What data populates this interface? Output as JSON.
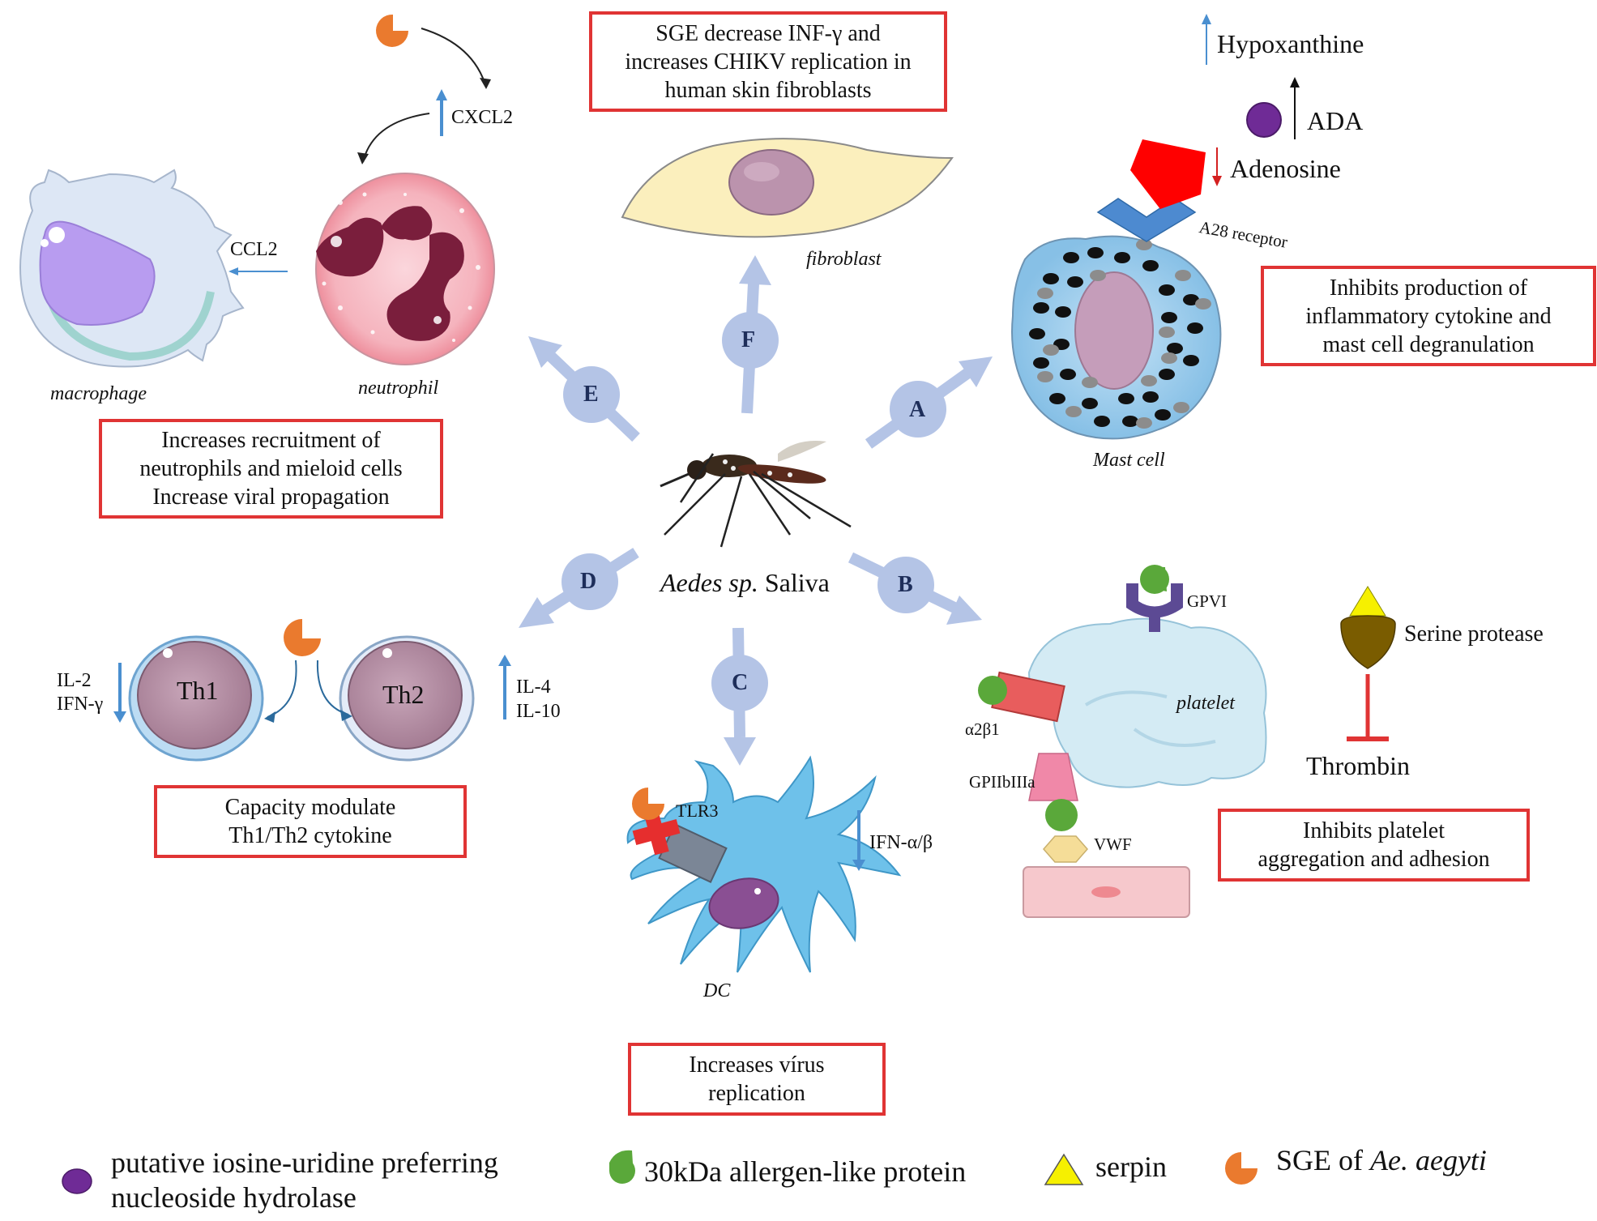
{
  "center": {
    "species": "Aedes sp.",
    "label": "Saliva"
  },
  "branches": {
    "a": "A",
    "b": "B",
    "c": "C",
    "d": "D",
    "e": "E",
    "f": "F"
  },
  "boxes": {
    "f": [
      "SGE decrease INF-γ and",
      "increases CHIKV replication in",
      "human skin fibroblasts"
    ],
    "a": [
      "Inhibits production of",
      "inflammatory cytokine and",
      "mast cell degranulation"
    ],
    "e": [
      "Increases recruitment of",
      "neutrophils and mieloid cells",
      "Increase viral propagation"
    ],
    "d": [
      "Capacity modulate",
      "Th1/Th2 cytokine"
    ],
    "c": [
      "Increases vírus",
      "replication"
    ],
    "b": [
      "Inhibits platelet",
      "aggregation and adhesion"
    ]
  },
  "cells": {
    "fibroblast": "fibroblast",
    "mast_cell": "Mast cell",
    "macrophage": "macrophage",
    "neutrophil": "neutrophil",
    "dc": "DC",
    "platelet": "platelet",
    "th1": "Th1",
    "th2": "Th2"
  },
  "labels": {
    "hypoxanthine": "Hypoxanthine",
    "ada": "ADA",
    "adenosine": "Adenosine",
    "a28": "A28 receptor",
    "cxcl2": "CXCL2",
    "ccl2": "CCL2",
    "il2": "IL-2",
    "ifng": "IFN-γ",
    "il4": "IL-4",
    "il10": "IL-10",
    "tlr3": "TLR3",
    "ifnab": "IFN-α/β",
    "gpvi": "GPVI",
    "a2b1": "α2β1",
    "gpiib": "GPIIbIIIa",
    "vwf": "VWF",
    "serine": "Serine protease",
    "thrombin": "Thrombin"
  },
  "legend": {
    "hydrolase_1": "putative iosine-uridine preferring",
    "hydrolase_2": "nucleoside hydrolase",
    "allergen": "30kDa allergen-like protein",
    "serpin": "serpin",
    "sge_prefix": "SGE of",
    "sge_species": "Ae. aegyti"
  },
  "colors": {
    "box_border": "#e03434",
    "arrow": "#b4c4e6",
    "up_arrow": "#4a8fd0",
    "down_arrow": "#d42020",
    "sge_orange": "#ea7a2e",
    "hydrolase_purple": "#6f2b96",
    "allergen_green": "#5aa83a",
    "serpin_yellow": "#f6f000"
  }
}
